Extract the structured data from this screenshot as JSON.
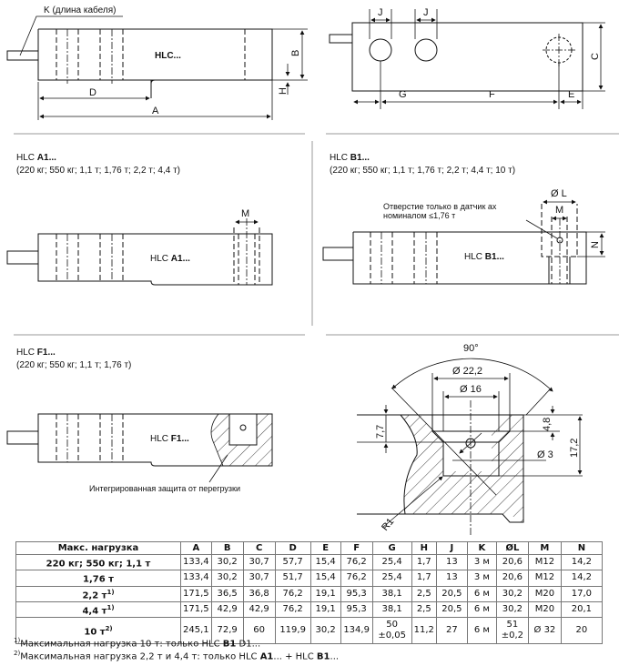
{
  "top_view": {
    "cable_label": "K (длина кабеля)",
    "model": "HLC...",
    "dims": {
      "d": "D",
      "a": "A",
      "b": "B",
      "h": "H",
      "j1": "J",
      "j2": "J",
      "g": "G",
      "f": "F",
      "e": "E",
      "c": "C"
    }
  },
  "a1": {
    "title": "HLC A1...",
    "title_plain": "HLC ",
    "title_bold": "A1...",
    "loads": "(220 кг; 550 кг; 1,1 т; 1,76 т; 2,2 т; 4,4 т)",
    "body_plain": "HLC ",
    "body_bold": "A1...",
    "dim_m": "M"
  },
  "b1": {
    "title_plain": "HLC ",
    "title_bold": "B1...",
    "loads": "(220 кг; 550 кг; 1,1 т; 1,76 т; 2,2 т; 4,4 т; 10 т)",
    "note_line1": "Отверстие только в датчик ах",
    "note_line2": "номиналом ≤1,76 т",
    "body_plain": "HLC ",
    "body_bold": "B1...",
    "dim_l": "Ø L",
    "dim_m": "M",
    "dim_n": "N"
  },
  "f1": {
    "title_plain": "HLC ",
    "title_bold": "F1...",
    "loads": "(220 кг; 550 кг; 1,1 т; 1,76 т)",
    "body_plain": "HLC ",
    "body_bold": "F1...",
    "note": "Интегрированная защита от перегрузки"
  },
  "detail": {
    "angle": "90°",
    "d1": "Ø 22,2",
    "d2": "Ø 16",
    "d3": "Ø 3",
    "h1": "7,7",
    "h2": "4,8",
    "h3": "17,2",
    "r": "R1"
  },
  "table": {
    "headers": [
      "Макс. нагрузка",
      "A",
      "B",
      "C",
      "D",
      "E",
      "F",
      "G",
      "H",
      "J",
      "K",
      "ØL",
      "M",
      "N"
    ],
    "rows": [
      {
        "load": "220 кг; 550 кг; 1,1 т",
        "sup": "",
        "cells": [
          "133,4",
          "30,2",
          "30,7",
          "57,7",
          "15,4",
          "76,2",
          "25,4",
          "1,7",
          "13",
          "3 м",
          "20,6",
          "M12",
          "14,2"
        ]
      },
      {
        "load": "1,76 т",
        "sup": "",
        "cells": [
          "133,4",
          "30,2",
          "30,7",
          "51,7",
          "15,4",
          "76,2",
          "25,4",
          "1,7",
          "13",
          "3 м",
          "20,6",
          "M12",
          "14,2"
        ]
      },
      {
        "load": "2,2 т",
        "sup": "1)",
        "cells": [
          "171,5",
          "36,5",
          "36,8",
          "76,2",
          "19,1",
          "95,3",
          "38,1",
          "2,5",
          "20,5",
          "6 м",
          "30,2",
          "M20",
          "17,0"
        ]
      },
      {
        "load": "4,4 т",
        "sup": "1)",
        "cells": [
          "171,5",
          "42,9",
          "42,9",
          "76,2",
          "19,1",
          "95,3",
          "38,1",
          "2,5",
          "20,5",
          "6 м",
          "30,2",
          "M20",
          "20,1"
        ]
      },
      {
        "load": "10 т",
        "sup": "2)",
        "cells": [
          "245,1",
          "72,9",
          "60",
          "119,9",
          "30,2",
          "134,9",
          "50 ±0,05",
          "11,2",
          "27",
          "6 м",
          "51 ±0,2",
          "Ø 32",
          "20"
        ]
      }
    ]
  },
  "footnotes": [
    {
      "mark": "1)",
      "pre": "Максимальная нагрузка 10 т: только HLC ",
      "bold1": "B1",
      "post": " D1..."
    },
    {
      "mark": "2)",
      "pre": "Максимальная нагрузка 2,2 т и 4,4 т: только HLC ",
      "bold1": "A1",
      "mid": "... + HLC ",
      "bold2": "B1",
      "post": "..."
    }
  ]
}
